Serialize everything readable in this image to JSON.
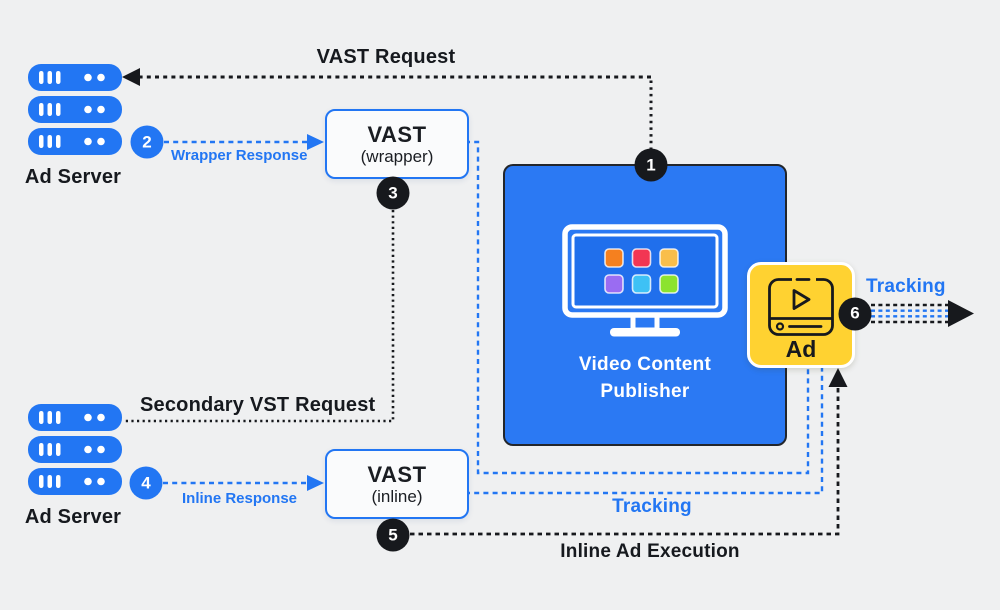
{
  "colors": {
    "background": "#eff0f1",
    "blue": "#2276f3",
    "publisher_fill": "#2b79f3",
    "screen_fill": "#206fec",
    "yellow": "#ffd231",
    "black": "#17191d",
    "white": "#ffffff",
    "app_tiles": [
      "#f5801f",
      "#f23653",
      "#f9be4b",
      "#9a6cf2",
      "#3ec1f5",
      "#8ce32f"
    ]
  },
  "steps": [
    "1",
    "2",
    "3",
    "4",
    "5",
    "6"
  ],
  "nodes": {
    "ad_server_top": {
      "label": "Ad Server",
      "icon": "server-stack-icon"
    },
    "ad_server_bottom": {
      "label": "Ad Server",
      "icon": "server-stack-icon"
    },
    "vast_wrapper": {
      "title": "VAST",
      "subtitle": "(wrapper)"
    },
    "vast_inline": {
      "title": "VAST",
      "subtitle": "(inline)"
    },
    "publisher": {
      "line1": "Video Content",
      "line2": "Publisher",
      "icon": "monitor-apps-icon"
    },
    "ad": {
      "label": "Ad",
      "icon": "video-player-icon"
    }
  },
  "edges": {
    "vast_request": {
      "label": "VAST Request",
      "step": "1",
      "style": "black-dashed"
    },
    "wrapper_response": {
      "label": "Wrapper Response",
      "step": "2",
      "style": "blue-dashed"
    },
    "secondary_request": {
      "label": "Secondary VST Request",
      "step": "3",
      "style": "black-dotted"
    },
    "inline_response": {
      "label": "Inline Response",
      "step": "4",
      "style": "blue-dashed"
    },
    "inline_execution": {
      "label": "Inline Ad Execution",
      "step": "5",
      "style": "black-dashed"
    },
    "tracking_out": {
      "label": "Tracking",
      "step": "6",
      "style": "black-blue-bundle"
    },
    "tracking_bottom": {
      "label": "Tracking",
      "style": "blue-dashed"
    }
  }
}
